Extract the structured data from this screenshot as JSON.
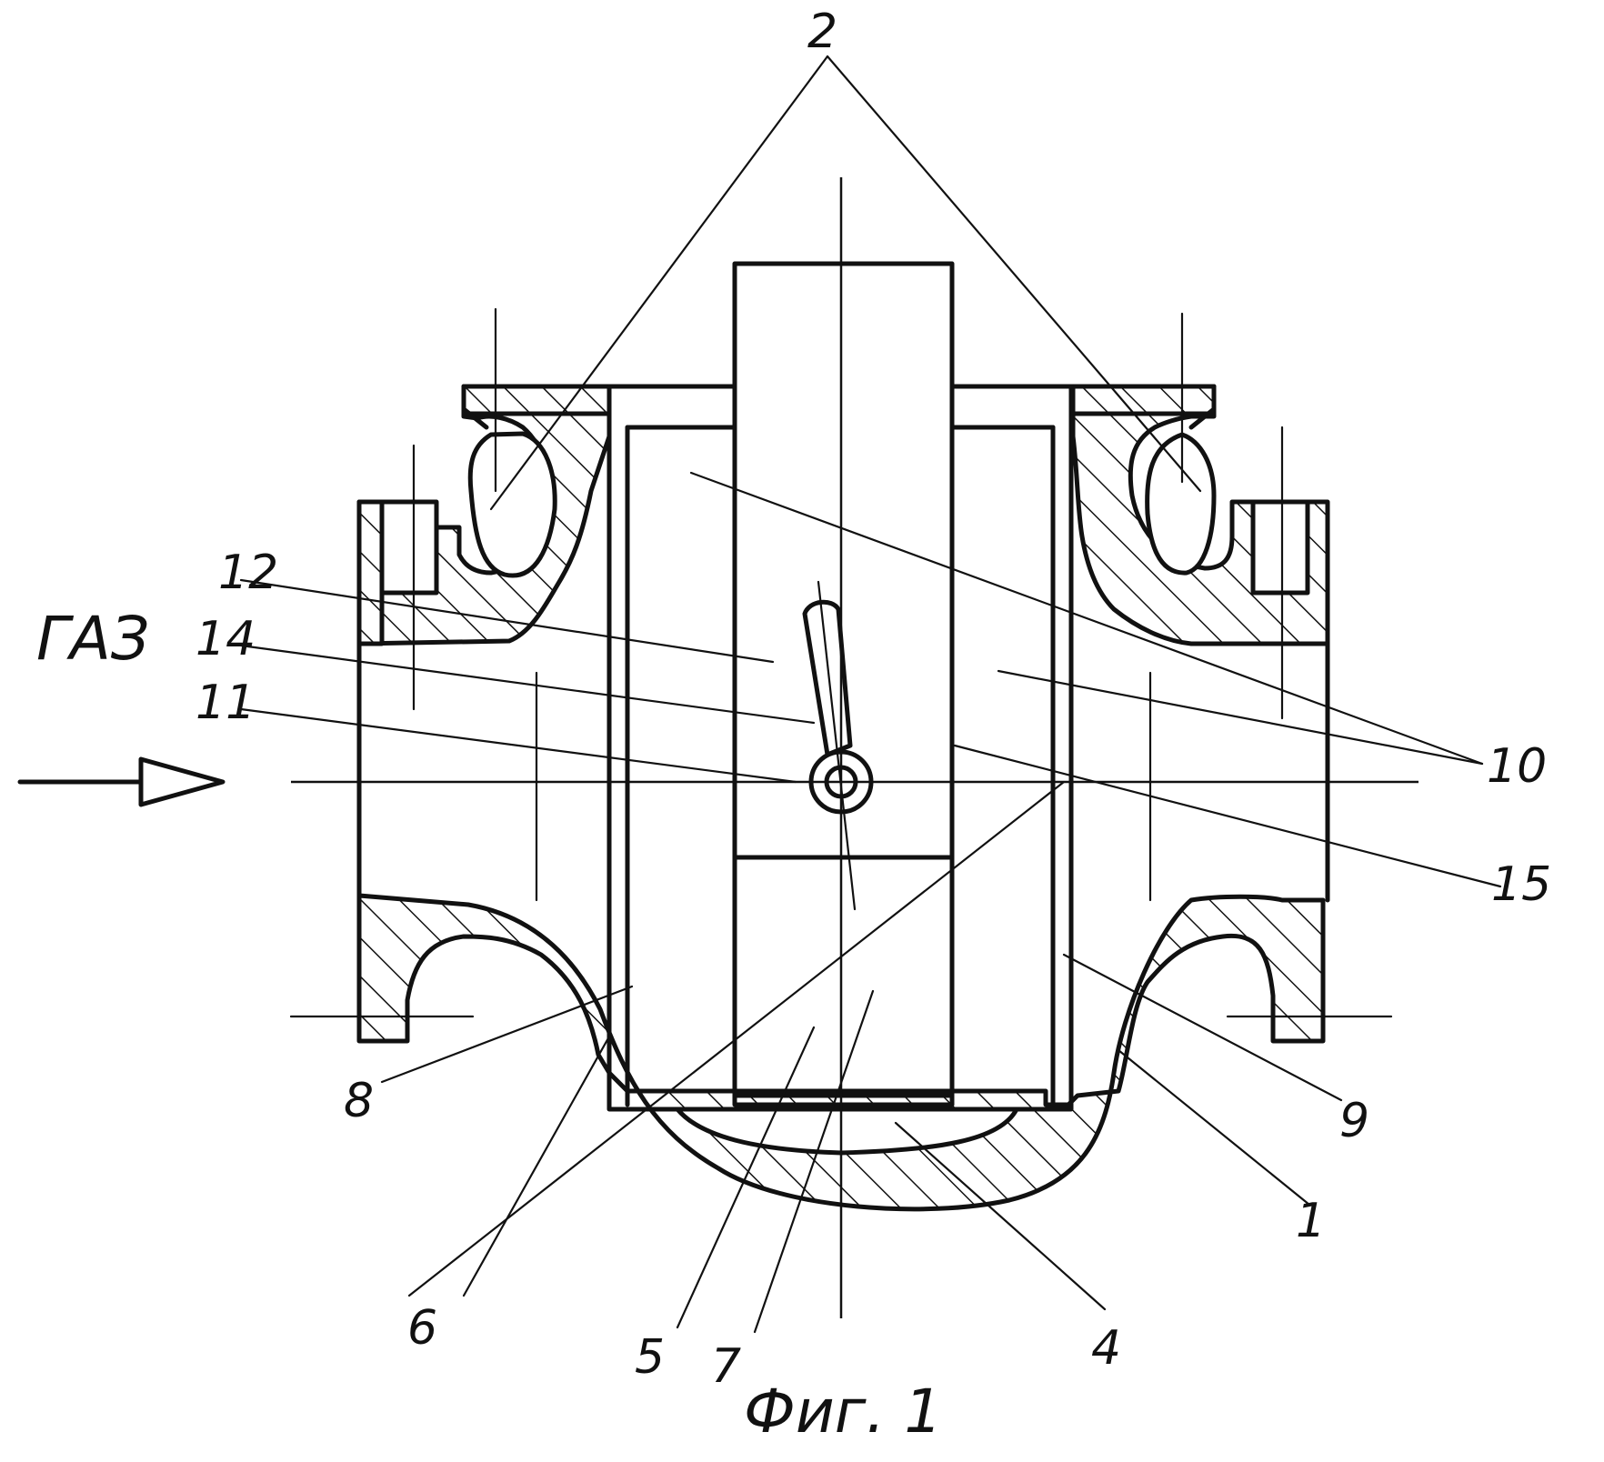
{
  "figure": {
    "caption": "Фиг. 1",
    "flow_label": "ГАЗ"
  },
  "callouts": {
    "c1": "1",
    "c2": "2",
    "c4": "4",
    "c5": "5",
    "c6": "6",
    "c7": "7",
    "c8": "8",
    "c9": "9",
    "c10": "10",
    "c11": "11",
    "c12": "12",
    "c14": "14",
    "c15": "15"
  },
  "colors": {
    "ink": "#111111",
    "paper": "#ffffff"
  }
}
